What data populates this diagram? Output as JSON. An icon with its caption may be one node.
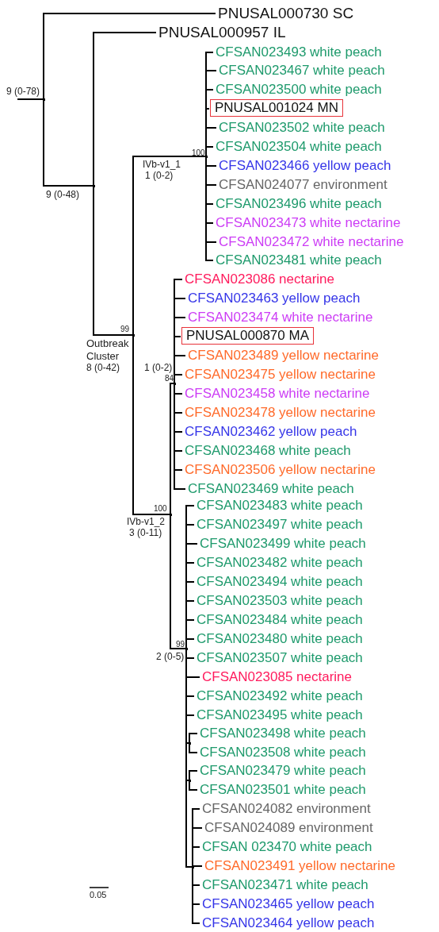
{
  "diagram": {
    "nodes": [
      {
        "text": [],
        "shape": "point",
        "beside": [
          "9 (0-78)"
        ]
      },
      {
        "text": [
          "PNUSAL000730 SC"
        ]
      },
      {
        "text": [],
        "shape": "point",
        "beside": [
          "9 (0-48)"
        ]
      },
      {
        "text": [
          "PNUSAL000957 IL"
        ]
      },
      {
        "text": [],
        "shape": "point",
        "beside": [
          "99",
          "Outbreak Cluster",
          "8 (0-42)"
        ]
      },
      {
        "text": [],
        "shape": "point",
        "beside": [
          "100",
          "IVb-v1_1",
          "1 (0-2)"
        ]
      },
      {
        "text": [
          "CFSAN023493 white peach"
        ]
      },
      {
        "text": [
          "CFSAN023467 white peach"
        ]
      },
      {
        "text": [
          "CFSAN023500 white peach"
        ]
      },
      {
        "text": [
          "PNUSAL001024 MN"
        ]
      },
      {
        "text": [
          "CFSAN023502 white peach"
        ]
      },
      {
        "text": [
          "CFSAN023504 white peach"
        ]
      },
      {
        "text": [
          "CFSAN023466 yellow peach"
        ]
      },
      {
        "text": [
          "CFSAN024077 environment"
        ]
      },
      {
        "text": [
          "CFSAN023496 white peach"
        ]
      },
      {
        "text": [
          "CFSAN023473 white nectarine"
        ]
      },
      {
        "text": [
          "CFSAN023472 white nectarine"
        ]
      },
      {
        "text": [
          "CFSAN023481 white peach"
        ]
      },
      {
        "text": [],
        "shape": "point",
        "beside": [
          "100",
          "IVb-v1_2",
          "3 (0-11)"
        ]
      },
      {
        "text": [],
        "shape": "point",
        "beside": [
          "1 (0-2)",
          "84"
        ]
      },
      {
        "text": [
          "CFSAN023086 nectarine"
        ]
      },
      {
        "text": [
          "CFSAN023463 yellow peach"
        ]
      },
      {
        "text": [
          "CFSAN023474 white nectarine"
        ]
      },
      {
        "text": [
          "PNUSAL000870 MA"
        ]
      },
      {
        "text": [
          "CFSAN023489 yellow nectarine"
        ]
      },
      {
        "text": [
          "CFSAN023475 yellow nectarine"
        ]
      },
      {
        "text": [
          "CFSAN023458 white nectarine"
        ]
      },
      {
        "text": [
          "CFSAN023478 yellow nectarine"
        ]
      },
      {
        "text": [
          "CFSAN023462 yellow peach"
        ]
      },
      {
        "text": [
          "CFSAN023468 white peach"
        ]
      },
      {
        "text": [
          "CFSAN023506 yellow nectarine"
        ]
      },
      {
        "text": [
          "CFSAN023469 white peach"
        ]
      },
      {
        "text": [],
        "shape": "point",
        "beside": [
          "99",
          "2 (0-5)"
        ]
      },
      {
        "text": [
          "CFSAN023483 white peach"
        ]
      },
      {
        "text": [
          "CFSAN023497 white peach"
        ]
      },
      {
        "text": [
          "CFSAN023499 white peach"
        ]
      },
      {
        "text": [
          "CFSAN023482 white peach"
        ]
      },
      {
        "text": [
          "CFSAN023494 white peach"
        ]
      },
      {
        "text": [
          "CFSAN023503 white peach"
        ]
      },
      {
        "text": [
          "CFSAN023484 white peach"
        ]
      },
      {
        "text": [
          "CFSAN023480 white peach"
        ]
      },
      {
        "text": [
          "CFSAN023507 white peach"
        ]
      },
      {
        "text": [
          "CFSAN023085 nectarine"
        ]
      },
      {
        "text": [
          "CFSAN023492 white peach"
        ]
      },
      {
        "text": [
          "CFSAN023495 white peach"
        ]
      },
      {
        "text": [],
        "shape": "point"
      },
      {
        "text": [
          "CFSAN023498 white peach"
        ]
      },
      {
        "text": [
          "CFSAN023508 white peach"
        ]
      },
      {
        "text": [],
        "shape": "point"
      },
      {
        "text": [
          "CFSAN023479 white peach"
        ]
      },
      {
        "text": [
          "CFSAN023501 white peach"
        ]
      },
      {
        "text": [],
        "shape": "point"
      },
      {
        "text": [
          "CFSAN024082 environment"
        ]
      },
      {
        "text": [
          "CFSAN024089 environment"
        ]
      },
      {
        "text": [
          "CFSAN 023470 white peach"
        ]
      },
      {
        "text": [
          "CFSAN023491 yellow nectarine"
        ]
      },
      {
        "text": [
          "CFSAN023471 white peach"
        ]
      },
      {
        "text": [
          "CFSAN023465 yellow peach"
        ]
      },
      {
        "text": [
          "CFSAN023464 yellow peach"
        ]
      }
    ],
    "edges": [
      {
        "from": null,
        "to": 0,
        "arrow": "none"
      },
      {
        "from": 0,
        "to": 1,
        "arrow": "none"
      },
      {
        "from": 0,
        "to": 2,
        "arrow": "none"
      },
      {
        "from": 2,
        "to": 3,
        "arrow": "none"
      },
      {
        "from": 2,
        "to": 4,
        "arrow": "none"
      },
      {
        "from": 4,
        "to": 5,
        "arrow": "none"
      },
      {
        "from": 5,
        "to": 6,
        "arrow": "none"
      },
      {
        "from": 5,
        "to": 7,
        "arrow": "none"
      },
      {
        "from": 5,
        "to": 8,
        "arrow": "none"
      },
      {
        "from": 5,
        "to": 9,
        "arrow": "none"
      },
      {
        "from": 5,
        "to": 10,
        "arrow": "none"
      },
      {
        "from": 5,
        "to": 11,
        "arrow": "none"
      },
      {
        "from": 5,
        "to": 12,
        "arrow": "none"
      },
      {
        "from": 5,
        "to": 13,
        "arrow": "none"
      },
      {
        "from": 5,
        "to": 14,
        "arrow": "none"
      },
      {
        "from": 5,
        "to": 15,
        "arrow": "none"
      },
      {
        "from": 5,
        "to": 16,
        "arrow": "none"
      },
      {
        "from": 5,
        "to": 17,
        "arrow": "none"
      },
      {
        "from": 4,
        "to": 18,
        "arrow": "none"
      },
      {
        "from": 18,
        "to": 19,
        "arrow": "none"
      },
      {
        "from": 19,
        "to": 20,
        "arrow": "none"
      },
      {
        "from": 19,
        "to": 21,
        "arrow": "none"
      },
      {
        "from": 19,
        "to": 22,
        "arrow": "none"
      },
      {
        "from": 19,
        "to": 23,
        "arrow": "none"
      },
      {
        "from": 19,
        "to": 24,
        "arrow": "none"
      },
      {
        "from": 19,
        "to": 25,
        "arrow": "none"
      },
      {
        "from": 19,
        "to": 26,
        "arrow": "none"
      },
      {
        "from": 19,
        "to": 27,
        "arrow": "none"
      },
      {
        "from": 19,
        "to": 28,
        "arrow": "none"
      },
      {
        "from": 19,
        "to": 29,
        "arrow": "none"
      },
      {
        "from": 19,
        "to": 30,
        "arrow": "none"
      },
      {
        "from": 19,
        "to": 31,
        "arrow": "none"
      },
      {
        "from": 18,
        "to": 32,
        "arrow": "none"
      },
      {
        "from": 32,
        "to": 33,
        "arrow": "none"
      },
      {
        "from": 32,
        "to": 34,
        "arrow": "none"
      },
      {
        "from": 32,
        "to": 35,
        "arrow": "none"
      },
      {
        "from": 32,
        "to": 36,
        "arrow": "none"
      },
      {
        "from": 32,
        "to": 37,
        "arrow": "none"
      },
      {
        "from": 32,
        "to": 38,
        "arrow": "none"
      },
      {
        "from": 32,
        "to": 39,
        "arrow": "none"
      },
      {
        "from": 32,
        "to": 40,
        "arrow": "none"
      },
      {
        "from": 32,
        "to": 41,
        "arrow": "none"
      },
      {
        "from": 32,
        "to": 42,
        "arrow": "none"
      },
      {
        "from": 32,
        "to": 43,
        "arrow": "none"
      },
      {
        "from": 32,
        "to": 44,
        "arrow": "none"
      },
      {
        "from": 32,
        "to": 45,
        "arrow": "none"
      },
      {
        "from": 45,
        "to": 46,
        "arrow": "none"
      },
      {
        "from": 45,
        "to": 47,
        "arrow": "none"
      },
      {
        "from": 32,
        "to": 48,
        "arrow": "none"
      },
      {
        "from": 48,
        "to": 49,
        "arrow": "none"
      },
      {
        "from": 48,
        "to": 50,
        "arrow": "none"
      },
      {
        "from": 32,
        "to": 51,
        "arrow": "none"
      },
      {
        "from": 51,
        "to": 52,
        "arrow": "none"
      },
      {
        "from": 51,
        "to": 53,
        "arrow": "none"
      },
      {
        "from": 51,
        "to": 54,
        "arrow": "none"
      },
      {
        "from": 51,
        "to": 55,
        "arrow": "none"
      },
      {
        "from": 51,
        "to": 56,
        "arrow": "none"
      },
      {
        "from": 51,
        "to": 57,
        "arrow": "none"
      },
      {
        "from": 51,
        "to": 58,
        "arrow": "none"
      }
    ],
    "labels": [
      "0.05"
    ]
  }
}
